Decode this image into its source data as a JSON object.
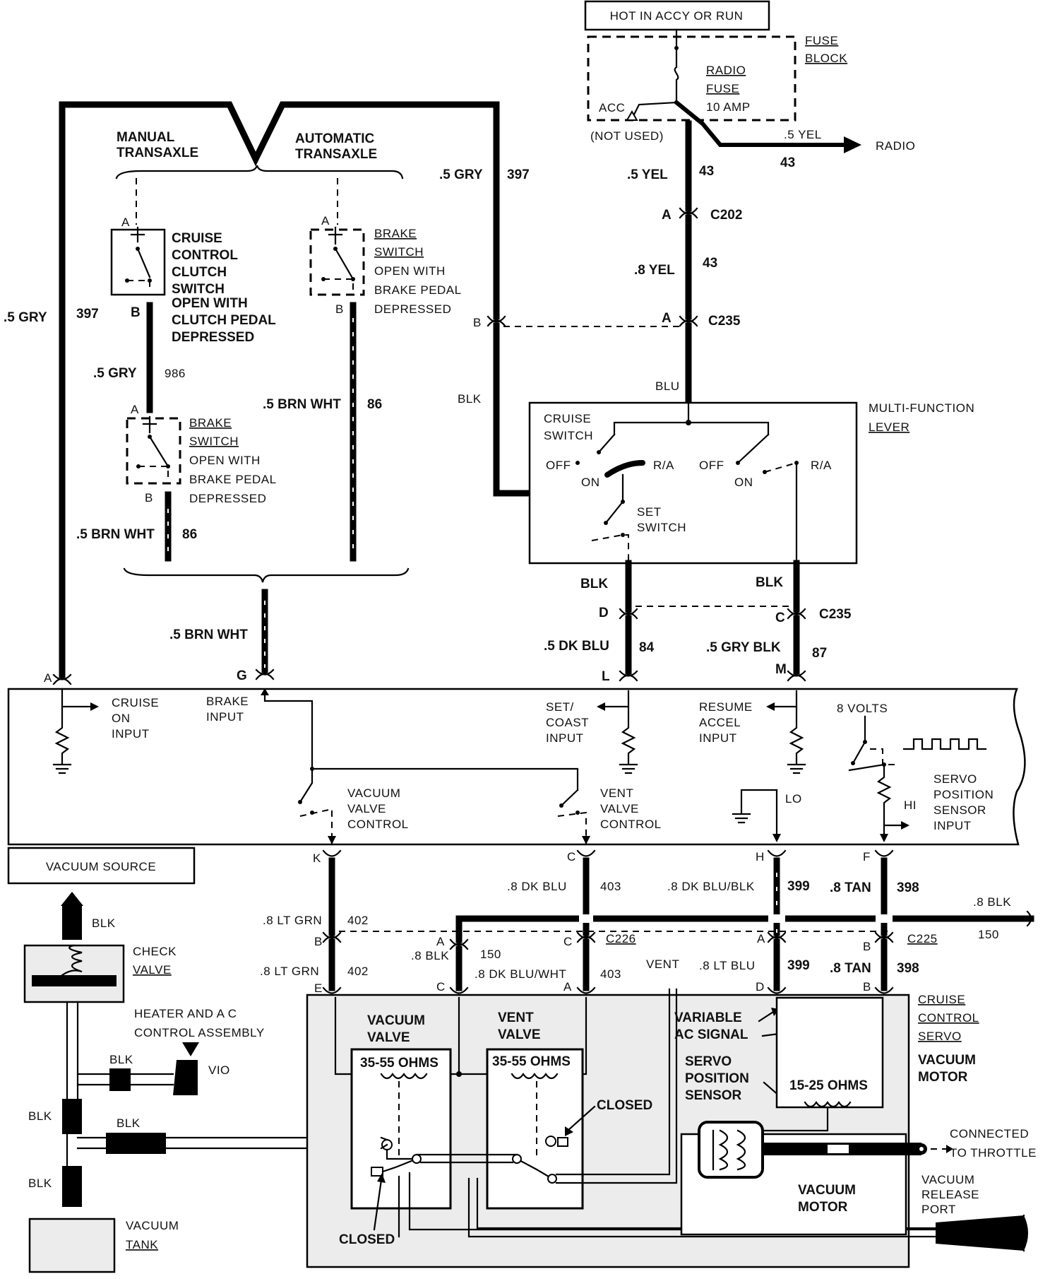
{
  "power": {
    "hot_label": "HOT IN ACCY OR RUN",
    "fuse_block": [
      "FUSE",
      "BLOCK"
    ],
    "radio_fuse": [
      "RADIO",
      "FUSE",
      "10 AMP"
    ],
    "acc": "ACC",
    "not_used": "(NOT USED)",
    "radio": "RADIO",
    "radio_wire": ".5 YEL",
    "radio_circuit": "43"
  },
  "top_wires": {
    "yel5": ".5 YEL",
    "c43a": "43",
    "c202": "C202",
    "pinA1": "A",
    "yel8": ".8 YEL",
    "c43b": "43",
    "c235": "C235",
    "pinA2": "A",
    "pinB": "B",
    "blu": "BLU",
    "blk": "BLK",
    "gry5_top": ".5 GRY",
    "c397_top": "397",
    "gry5_left": ".5 GRY",
    "c397_left": "397"
  },
  "transaxle": {
    "manual": [
      "MANUAL",
      "TRANSAXLE"
    ],
    "automatic": [
      "AUTOMATIC",
      "TRANSAXLE"
    ],
    "clutch_switch": [
      "CRUISE",
      "CONTROL",
      "CLUTCH",
      "SWITCH",
      "OPEN WITH",
      "CLUTCH PEDAL",
      "DEPRESSED"
    ],
    "brake_switch_auto": [
      "BRAKE",
      "SWITCH",
      "OPEN WITH",
      "BRAKE PEDAL",
      "DEPRESSED"
    ],
    "brake_switch_man": [
      "BRAKE",
      "SWITCH",
      "OPEN WITH",
      "BRAKE PEDAL",
      "DEPRESSED"
    ],
    "pin_a": "A",
    "pin_b": "B",
    "gry_986": ".5 GRY",
    "c986": "986",
    "brn_wht": ".5 BRN WHT",
    "c86": "86",
    "brn_wht_left": ".5 BRN WHT",
    "c86_left": "86",
    "brn_wht_bottom": ".5 BRN WHT"
  },
  "mfl": {
    "title": [
      "MULTI-FUNCTION",
      "LEVER"
    ],
    "cruise_switch": [
      "CRUISE",
      "SWITCH"
    ],
    "off1": "OFF",
    "on1": "ON",
    "ra1": "R/A",
    "off2": "OFF",
    "on2": "ON",
    "ra2": "R/A",
    "set_switch": [
      "SET",
      "SWITCH"
    ],
    "blk_l": "BLK",
    "blk_r": "BLK",
    "pin_d": "D",
    "pin_c": "C",
    "c235": "C235",
    "dkblu": ".5 DK BLU",
    "c84": "84",
    "grylk": ".5 GRY BLK",
    "c87": "87",
    "pin_l": "L",
    "pin_m": "M"
  },
  "module": {
    "pin_a": "A",
    "pin_g": "G",
    "cruise_on": [
      "CRUISE",
      "ON",
      "INPUT"
    ],
    "brake_input": [
      "BRAKE",
      "INPUT"
    ],
    "set_coast": [
      "SET/",
      "COAST",
      "INPUT"
    ],
    "resume_accel": [
      "RESUME",
      "ACCEL",
      "INPUT"
    ],
    "volts": "8 VOLTS",
    "vacuum_valve_ctrl": [
      "VACUUM",
      "VALVE",
      "CONTROL"
    ],
    "vent_valve_ctrl": [
      "VENT",
      "VALVE",
      "CONTROL"
    ],
    "lo": "LO",
    "hi": "HI",
    "servo_input": [
      "SERVO",
      "POSITION",
      "SENSOR",
      "INPUT"
    ]
  },
  "lower_wires": {
    "pin_k": "K",
    "pin_c": "C",
    "pin_h": "H",
    "pin_f": "F",
    "dkblu403": ".8 DK BLU",
    "c403a": "403",
    "dkblublk": ".8 DK BLU/BLK",
    "c399a": "399",
    "tan398a": ".8 TAN",
    "c398a": "398",
    "blk150": ".8 BLK",
    "c150a": "150",
    "ltgrn1": ".8 LT GRN",
    "c402a": "402",
    "ltgrn2": ".8 LT GRN",
    "c402b": "402",
    "pin_b1": "B",
    "pin_a1": "A",
    "pin_c1": "C",
    "c226": "C226",
    "pin_a2": "A",
    "pin_b2": "B",
    "c225": "C225",
    "blk8": ".8 BLK",
    "c150b": "150",
    "dkbluwht": ".8 DK BLU/WHT",
    "c403b": "403",
    "vent": "VENT",
    "ltblu": ".8 LT BLU",
    "c399b": "399",
    "tan398b": ".8 TAN",
    "c398b": "398",
    "pin_e": "E",
    "pin_c2": "C",
    "pin_a3": "A",
    "pin_d": "D",
    "pin_b3": "B"
  },
  "vacuum": {
    "source": "VACUUM SOURCE",
    "blk1": "BLK",
    "check_valve": [
      "CHECK",
      "VALVE"
    ],
    "heater": [
      "HEATER AND A C",
      "CONTROL ASSEMBLY"
    ],
    "blk2": "BLK",
    "vio": "VIO",
    "blk3": "BLK",
    "blk4": "BLK",
    "blk5": "BLK",
    "tank": [
      "VACUUM",
      "TANK"
    ]
  },
  "servo": {
    "vacuum_valve": [
      "VACUUM",
      "VALVE"
    ],
    "vent_valve": [
      "VENT",
      "VALVE"
    ],
    "ohms1": "35-55 OHMS",
    "ohms2": "35-55 OHMS",
    "variable": [
      "VARIABLE",
      "AC SIGNAL"
    ],
    "servo_sensor": [
      "SERVO",
      "POSITION",
      "SENSOR"
    ],
    "ohms3": "15-25 OHMS",
    "title": [
      "CRUISE",
      "CONTROL",
      "SERVO"
    ],
    "vac_motor_r": [
      "VACUUM",
      "MOTOR"
    ],
    "closed1": "CLOSED",
    "closed2": "CLOSED",
    "throttle": [
      "CONNECTED",
      "TO THROTTLE"
    ],
    "vac_motor": [
      "VACUUM",
      "MOTOR"
    ],
    "release": [
      "VACUUM",
      "RELEASE",
      "PORT"
    ]
  }
}
